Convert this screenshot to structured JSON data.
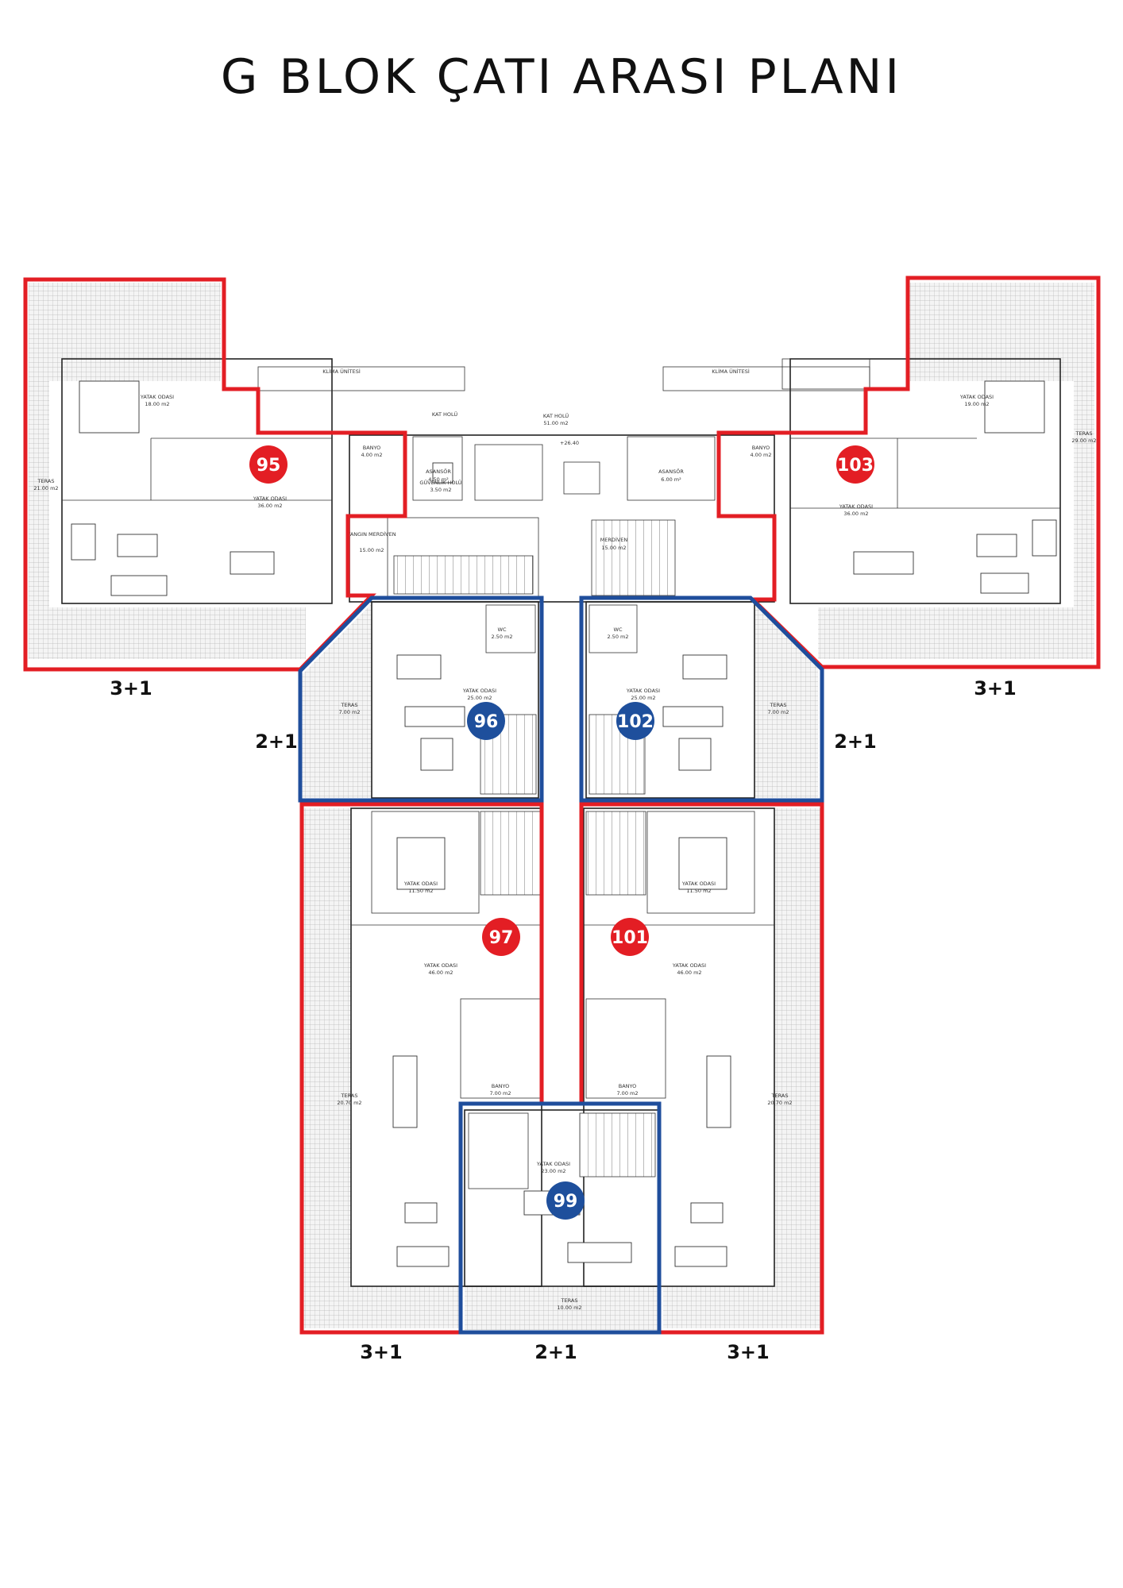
{
  "title": "G BLOK ÇATI ARASI PLANI",
  "colors": {
    "three_plus_one_outline": "#e31e24",
    "two_plus_one_outline": "#1f4e9c",
    "three_plus_one_badge": "#e31e24",
    "two_plus_one_badge": "#1e4f9c",
    "terrace_hatch": "#b8b8b8"
  },
  "units": [
    {
      "number": "95",
      "type": "3+1"
    },
    {
      "number": "103",
      "type": "3+1"
    },
    {
      "number": "96",
      "type": "2+1"
    },
    {
      "number": "102",
      "type": "2+1"
    },
    {
      "number": "97",
      "type": "3+1"
    },
    {
      "number": "101",
      "type": "3+1"
    },
    {
      "number": "99",
      "type": "2+1"
    }
  ],
  "common": {
    "kat_holu": "KAT HOLÜ",
    "kat_holu_area": "51.00 m2",
    "asansor_1": "ASANSÖR",
    "asansor_1_area": "4.50 m²",
    "asansor_2": "ASANSÖR",
    "asansor_2_area": "6.00 m²",
    "guvenlik_holu": "GÜVENLİK HOLÜ",
    "guvenlik_holu_area": "3.50 m2",
    "yangin_merdiven": "YANGIN MERDİVEN",
    "yangin_merdiven_area": "15.00 m2",
    "merdiven": "MERDİVEN",
    "merdiven_area": "15.00 m2",
    "elevation": "+26.40"
  },
  "rooms": {
    "yatak_odasi": "YATAK ODASI",
    "banyo": "BANYO",
    "wc": "WC",
    "teras": "TERAS",
    "klima_unitesi": "KLİMA ÜNİTESİ",
    "u95_bed": "18.00 m2",
    "u95_living": "36.00 m2",
    "u95_banyo": "4.00 m2",
    "u95_teras": "21.00 m2",
    "u103_bed": "19.00 m2",
    "u103_living": "36.00 m2",
    "u103_banyo": "4.00 m2",
    "u103_teras": "29.00 m2",
    "u96_living": "25.00 m2",
    "u96_wc": "2.50 m2",
    "u96_teras": "7.00 m2",
    "u102_living": "25.00 m2",
    "u102_wc": "2.50 m2",
    "u102_teras": "7.00 m2",
    "u97_bed": "11.50 m2",
    "u97_living": "46.00 m2",
    "u97_banyo": "7.00 m2",
    "u97_teras": "20.70 m2",
    "u101_bed": "11.50 m2",
    "u101_living": "46.00 m2",
    "u101_banyo": "7.00 m2",
    "u101_teras": "20.70 m2",
    "u99_bed": "23.00 m2",
    "u99_teras": "10.00 m2"
  }
}
